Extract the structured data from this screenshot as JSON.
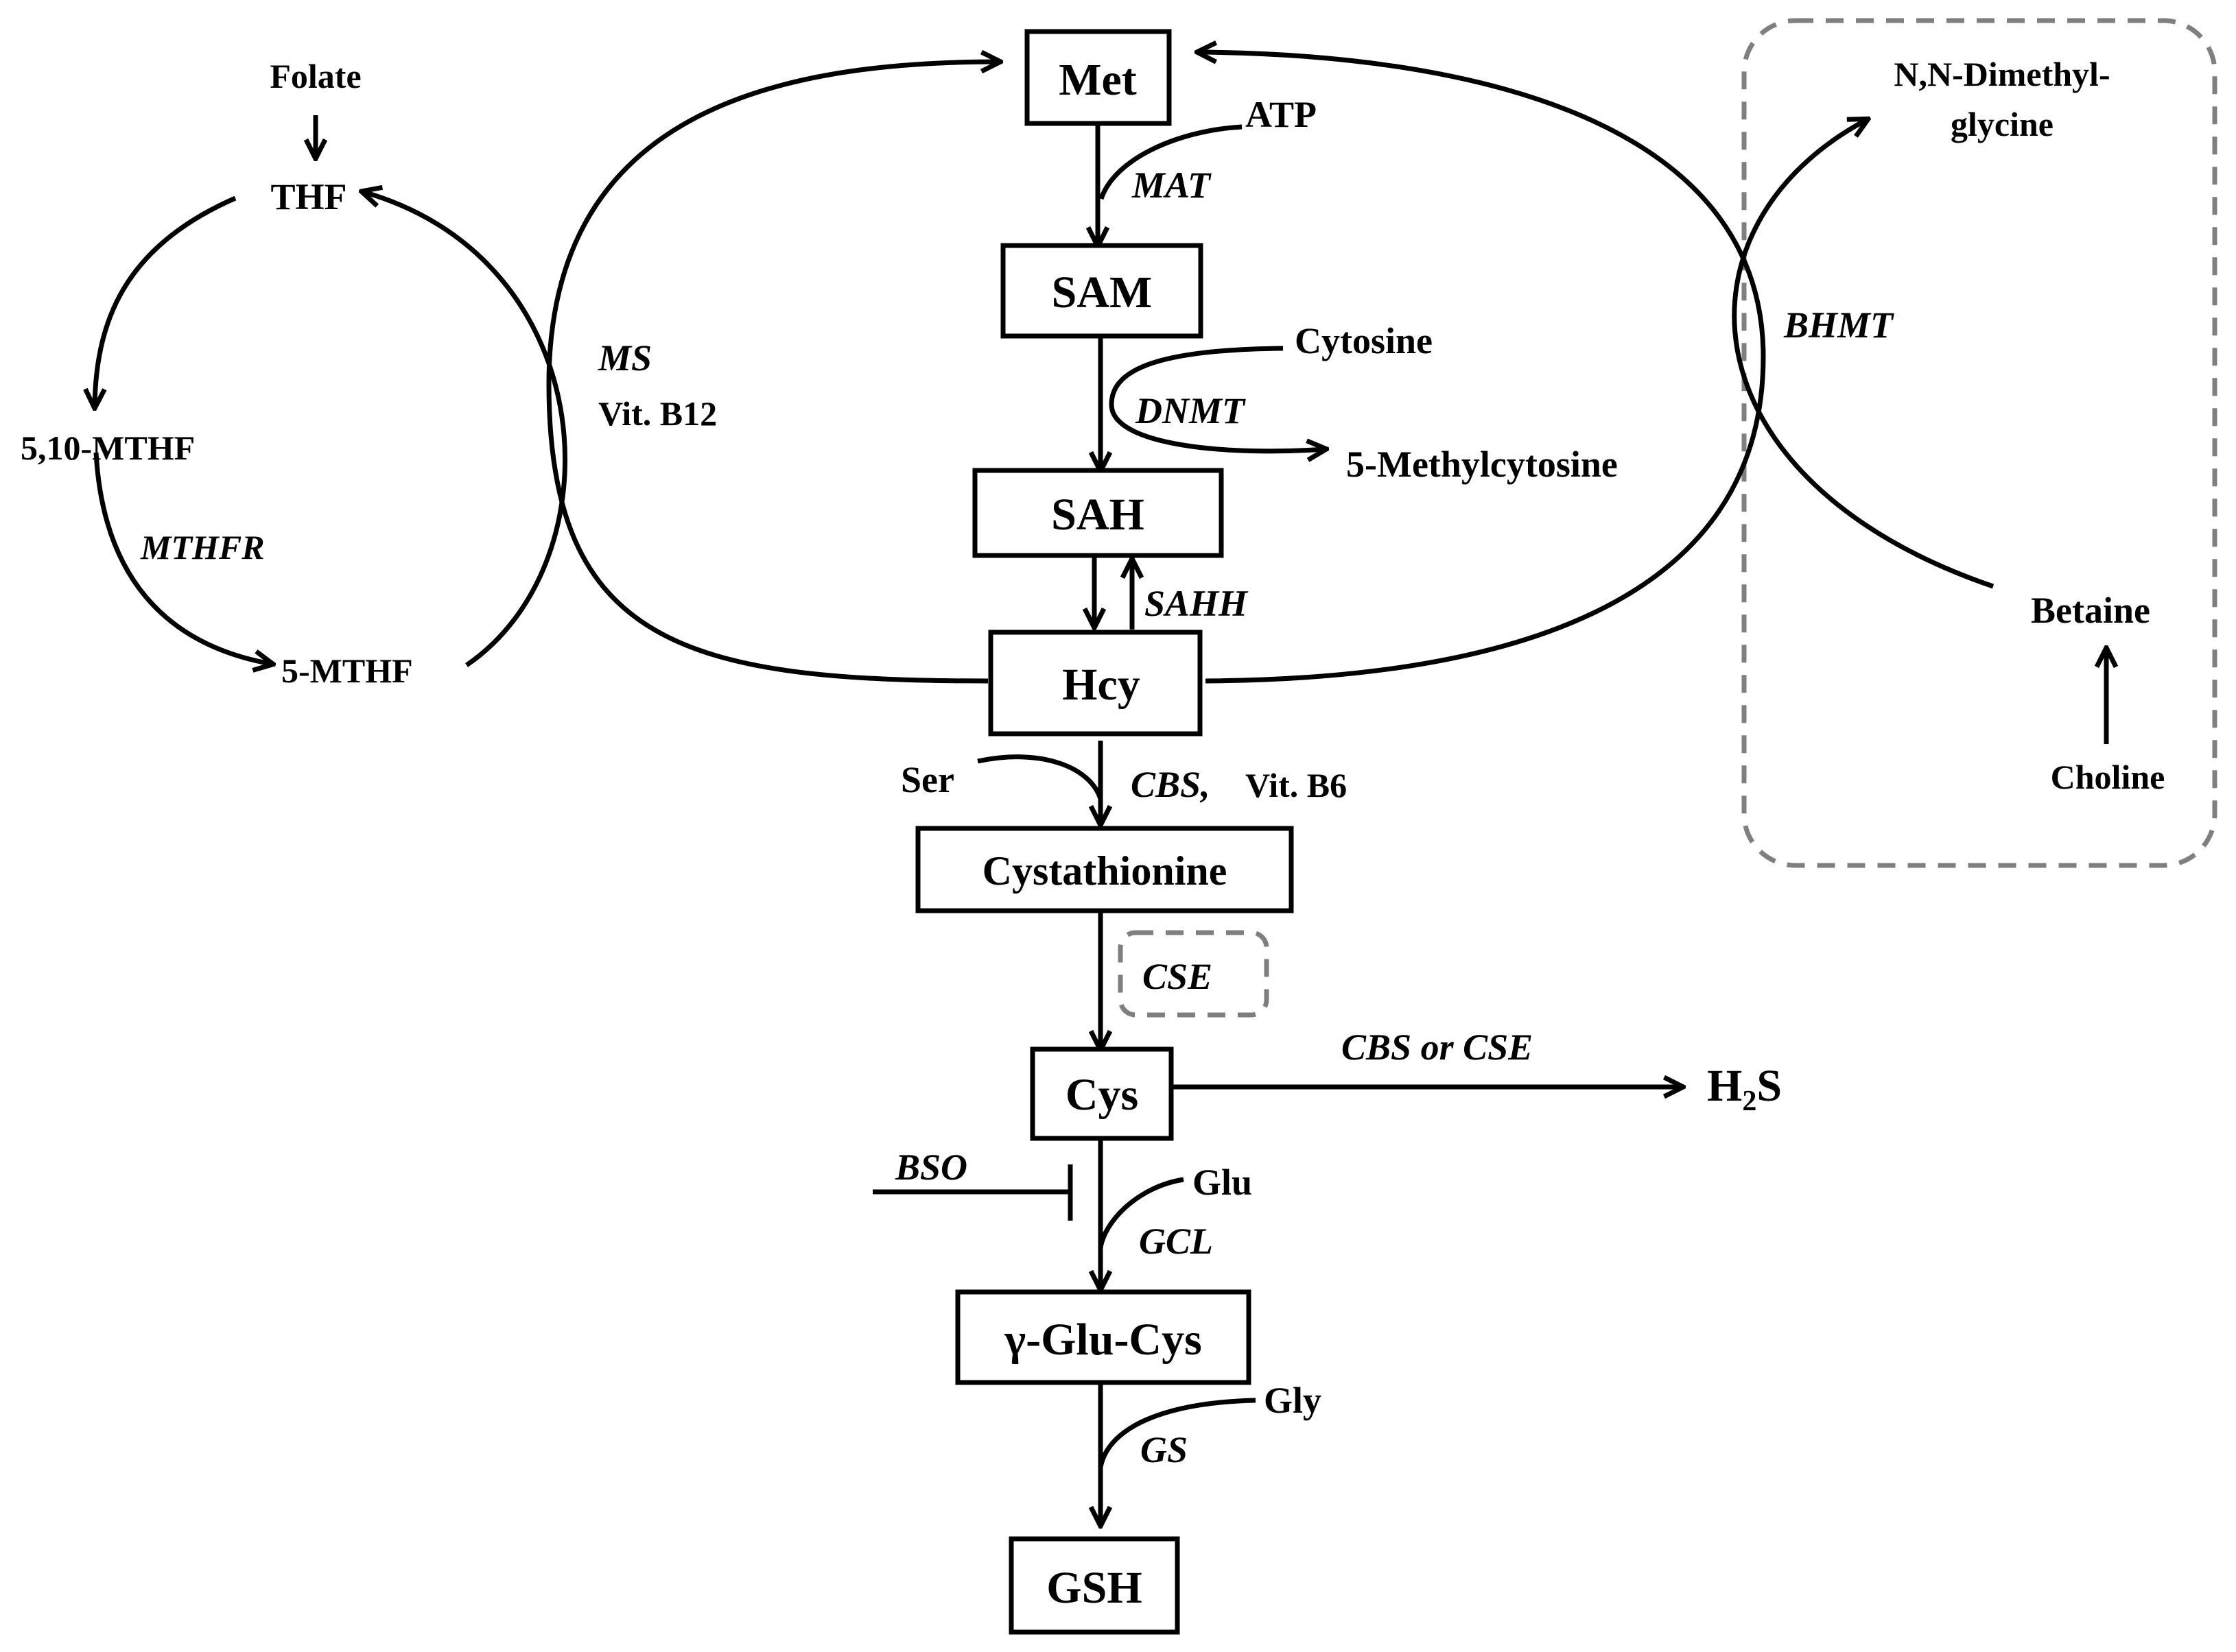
{
  "boxes": {
    "met": "Met",
    "sam": "SAM",
    "sah": "SAH",
    "hcy": "Hcy",
    "cystathionine": "Cystathionine",
    "cys": "Cys",
    "gglucys": "γ-Glu-Cys",
    "gsh": "GSH"
  },
  "metabolites": {
    "folate": "Folate",
    "thf": "THF",
    "mthf510": "5,10-MTHF",
    "mthf5": "5-MTHF",
    "atp": "ATP",
    "cytosine": "Cytosine",
    "methylcytosine": "5-Methylcytosine",
    "ser": "Ser",
    "glu": "Glu",
    "gly": "Gly",
    "h2s_main": "H",
    "h2s_sub": "2",
    "h2s_tail": "S",
    "dmg_line1": "N,N-Dimethyl-",
    "dmg_line2": "glycine",
    "betaine": "Betaine",
    "choline": "Choline"
  },
  "enzymes": {
    "mthfr": "MTHFR",
    "ms": "MS",
    "vitb12": "Vit. B12",
    "mat": "MAT",
    "dnmt": "DNMT",
    "sahh": "SAHH",
    "cbs": "CBS,",
    "vitb6": "Vit. B6",
    "cse": "CSE",
    "cbs_or_cse": "CBS or CSE",
    "bso": "BSO",
    "gcl": "GCL",
    "gs": "GS",
    "bhmt": "BHMT"
  }
}
